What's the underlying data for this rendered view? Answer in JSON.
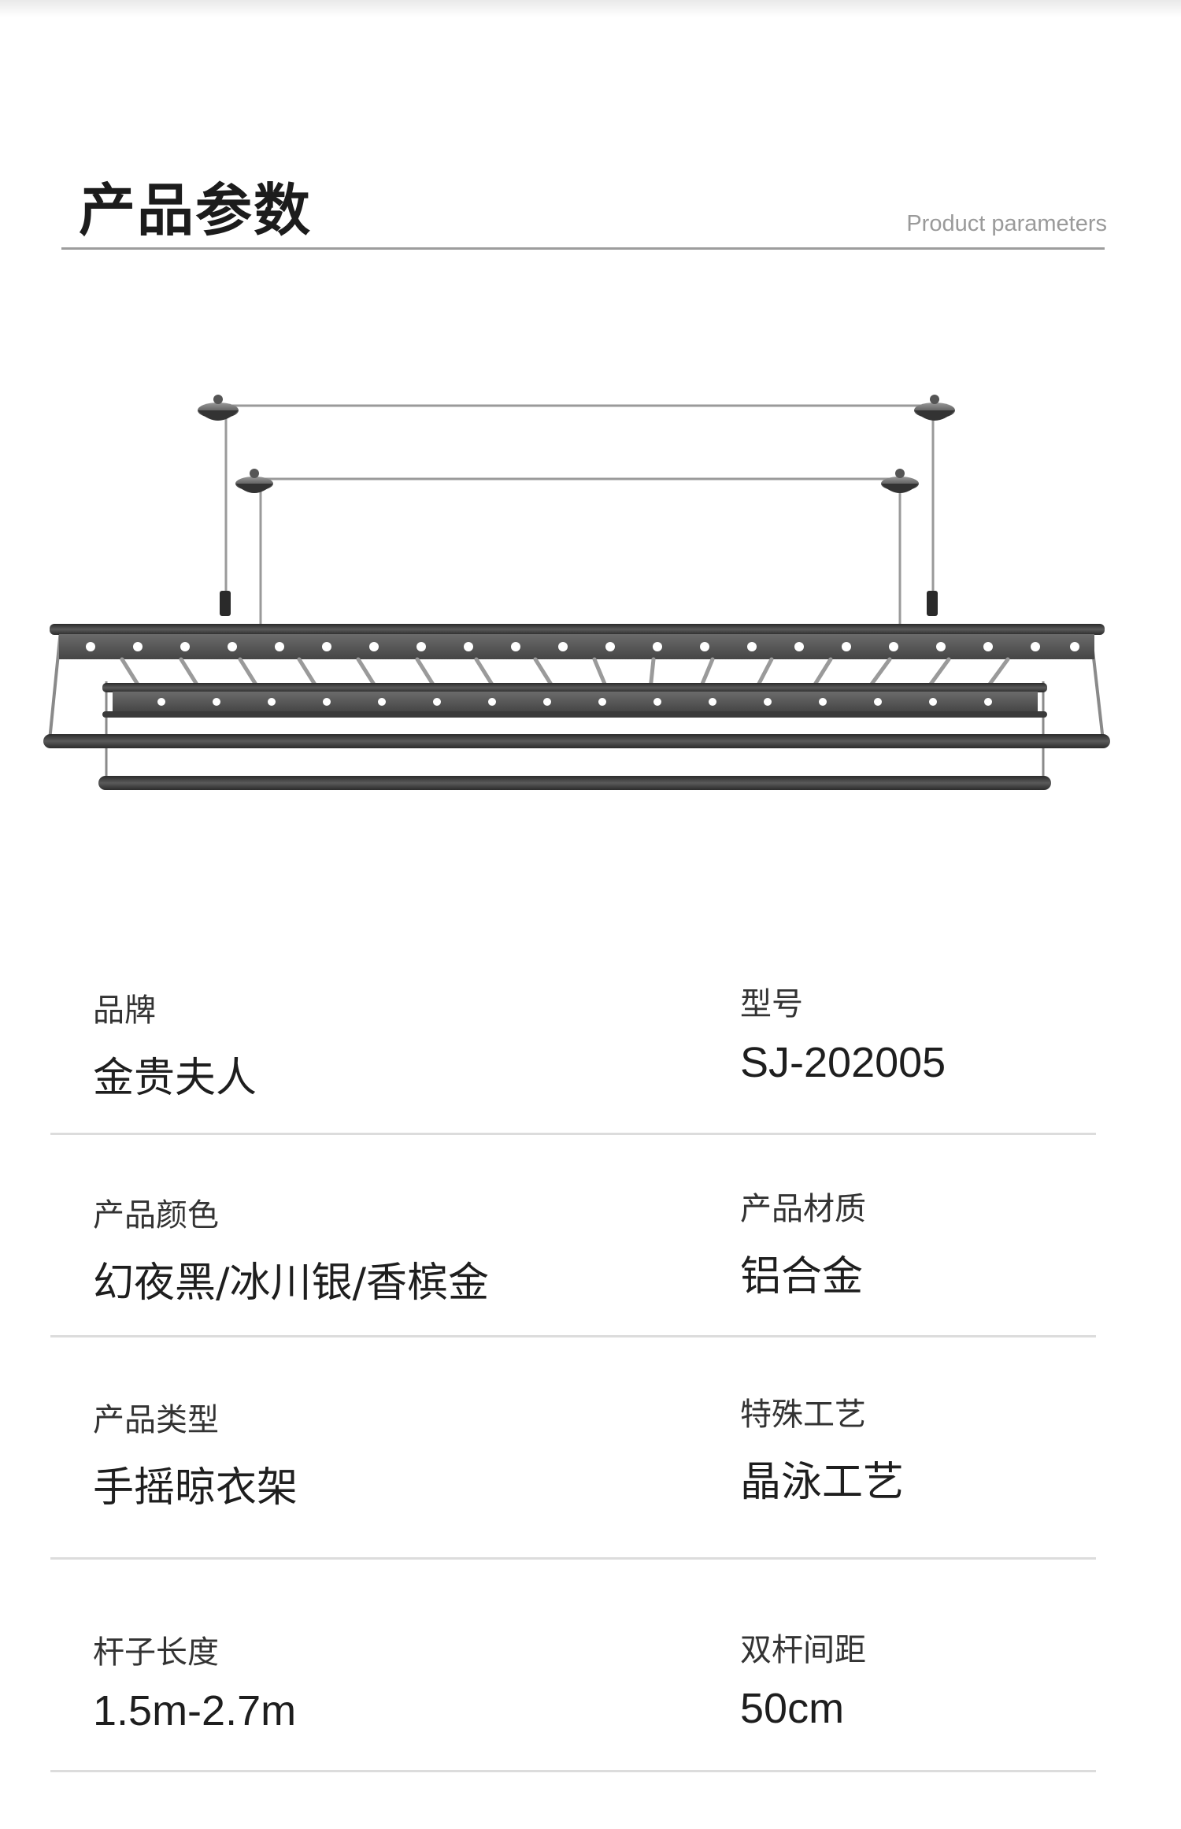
{
  "header": {
    "title": "产品参数",
    "subtitle": "Product parameters"
  },
  "product_image": {
    "description_icon": "clothes-drying-rack-illustration",
    "colors": {
      "metal": "#3a3a3a",
      "bar_fill": "#4a4a4a",
      "wire": "#8a8a8a"
    }
  },
  "params": [
    {
      "label": "品牌",
      "value": "金贵夫人"
    },
    {
      "label": "型号",
      "value": "SJ-202005"
    },
    {
      "label": "产品颜色",
      "value": "幻夜黑/冰川银/香槟金"
    },
    {
      "label": "产品材质",
      "value": "铝合金"
    },
    {
      "label": "产品类型",
      "value": "手摇晾衣架"
    },
    {
      "label": "特殊工艺",
      "value": "晶泳工艺"
    },
    {
      "label": "杆子长度",
      "value": "1.5m-2.7m"
    },
    {
      "label": "双杆间距",
      "value": "50cm"
    }
  ]
}
